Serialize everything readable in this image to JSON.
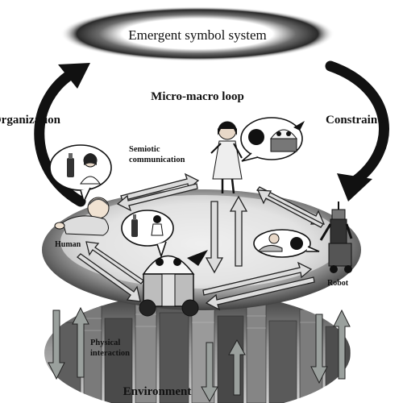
{
  "labels": {
    "top": "Emergent symbol system",
    "loop": "Micro-macro loop",
    "left_arrow": "Organization",
    "right_arrow": "Constraints",
    "semiotic_1": "Semiotic",
    "semiotic_2": "communication",
    "human": "Human",
    "robot": "Robot",
    "physical_1": "Physical",
    "physical_2": "interaction",
    "environment": "Environment"
  },
  "colors": {
    "ink": "#111111",
    "arrow_gray": "#8e9592",
    "disc_dark": "#2b2b2b",
    "disc_light": "#e6e6e6"
  },
  "icons": [
    "human-adult-icon",
    "human-baby-icon",
    "child-icon",
    "robot-small-icon",
    "robot-tall-icon",
    "bottle-icon",
    "ball-icon"
  ]
}
